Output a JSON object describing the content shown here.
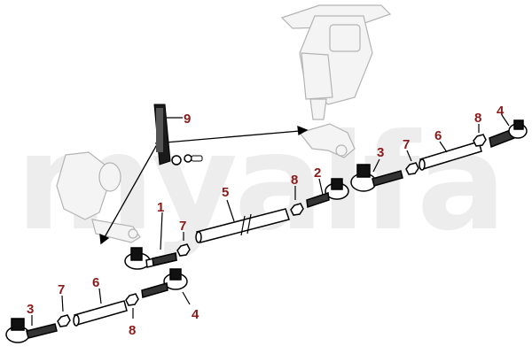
{
  "watermark": "myalfa",
  "callouts": [
    {
      "id": "9",
      "part": "steering-drop-arm"
    },
    {
      "id": "1",
      "part": "ball-joint-left"
    },
    {
      "id": "7",
      "part": "nut-upper-left"
    },
    {
      "id": "5",
      "part": "center-track-rod"
    },
    {
      "id": "8",
      "part": "nut-center-right"
    },
    {
      "id": "2",
      "part": "ball-joint-right"
    },
    {
      "id": "3",
      "part": "ball-joint-outer-right"
    },
    {
      "id": "7",
      "part": "nut-upper-right"
    },
    {
      "id": "6",
      "part": "adjuster-tube-right"
    },
    {
      "id": "8",
      "part": "nut-far-right"
    },
    {
      "id": "4",
      "part": "tie-rod-end-far-right"
    },
    {
      "id": "3",
      "part": "tie-rod-end-outer-left"
    },
    {
      "id": "7",
      "part": "nut-lower-left"
    },
    {
      "id": "6",
      "part": "adjuster-tube-left"
    },
    {
      "id": "8",
      "part": "nut-lower-left-inner"
    },
    {
      "id": "4",
      "part": "ball-joint-lower-left"
    }
  ],
  "colors": {
    "callout": "#8b1a1a",
    "line": "#000000",
    "ghost": "#b4b4b4",
    "watermark": "#ededed"
  }
}
